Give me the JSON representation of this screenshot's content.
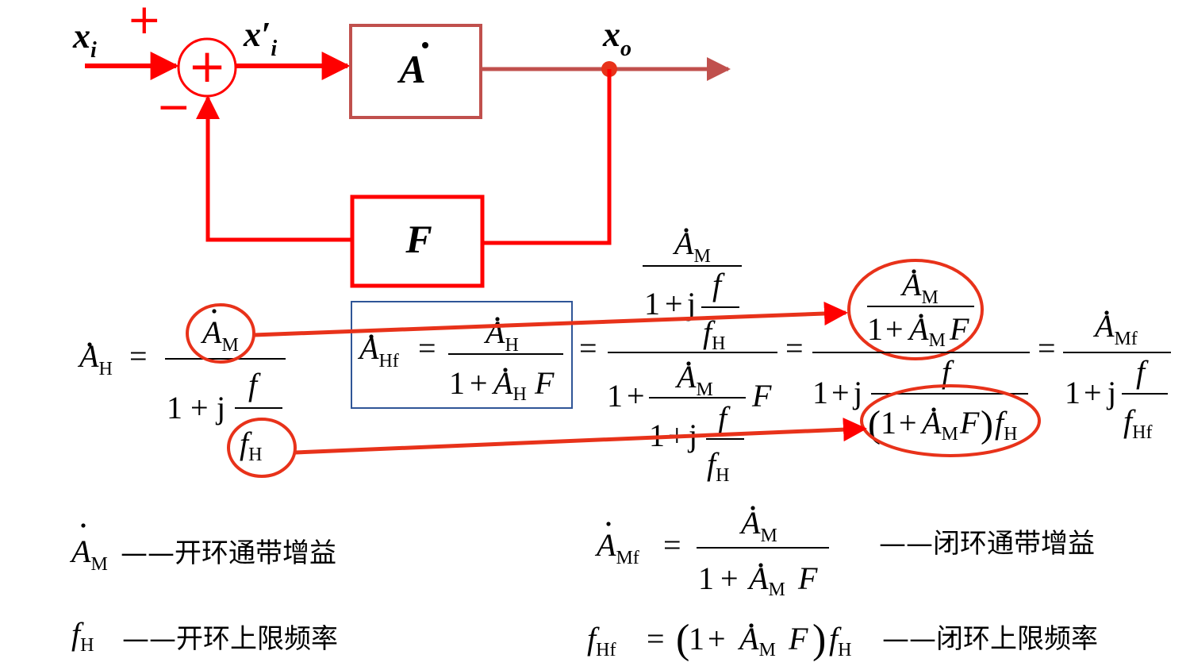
{
  "block_diagram": {
    "input": {
      "var": "x",
      "sub": "i",
      "sign": "+"
    },
    "error": {
      "var": "x′",
      "sub": "i"
    },
    "feedback_sign": "−",
    "summer_symbol": "+",
    "forward_block": "A",
    "feedback_block": "F",
    "output": {
      "var": "x",
      "sub": "o"
    }
  },
  "equations": {
    "AH": {
      "lhs": "A",
      "lhs_sub": "H",
      "num": "A",
      "num_sub": "M",
      "den_const": "1",
      "den_j": "j",
      "den_f": "f",
      "den_fH": "f",
      "den_fH_sub": "H"
    },
    "AHf": {
      "lhs": "A",
      "lhs_sub": "Hf",
      "num": "A",
      "num_sub": "H",
      "den_A": "A",
      "den_A_sub": "H",
      "den_F": "F"
    },
    "step2": {
      "top_num": "A",
      "top_num_sub": "M",
      "top_f": "f",
      "top_fH_sub": "H",
      "bot_A_sub": "M",
      "bot_F": "F",
      "bot_f": "f",
      "bot_fH_sub": "H"
    },
    "step3": {
      "num_A_sub": "M",
      "num_F": "F",
      "den_f": "f",
      "den_A_sub": "M",
      "den_F": "F",
      "den_fH_sub": "H"
    },
    "step4": {
      "num": "A",
      "num_sub": "Mf",
      "den_f": "f",
      "den_fHf_sub": "Hf"
    },
    "one": "1",
    "plus": "+",
    "equals": "="
  },
  "definitions": [
    {
      "symbol": "A",
      "sub": "M",
      "text": "——开环通带增益"
    },
    {
      "symbol": "f",
      "sub": "H",
      "text": "——开环上限频率"
    },
    {
      "symbol": "A",
      "sub": "Mf",
      "num_sub": "M",
      "den_sub": "M",
      "den_F": "F",
      "text": "——闭环通带增益"
    },
    {
      "symbol": "f",
      "sub": "Hf",
      "rhs_A_sub": "M",
      "rhs_F": "F",
      "rhs_fH_sub": "H",
      "text": "——闭环上限频率"
    }
  ],
  "colors": {
    "red": "#ff0000",
    "dark_red": "#c0504d",
    "highlight_red": "#e8321a",
    "box_blue": "#2f5597",
    "black": "#000000"
  }
}
